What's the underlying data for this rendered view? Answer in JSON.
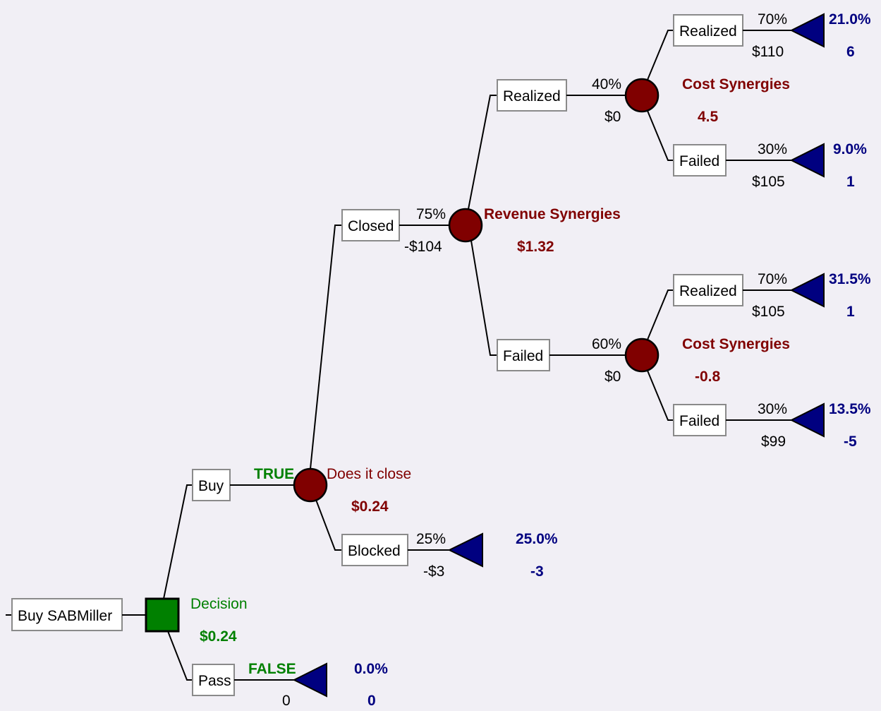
{
  "colors": {
    "decision": "#008000",
    "chance": "#800000",
    "terminal": "#000080",
    "background": "#f1eff5"
  },
  "root": {
    "label": "Buy SABMiller",
    "node_type": "Decision",
    "value": "$0.24"
  },
  "buy": {
    "label": "Buy",
    "flag": "TRUE",
    "node_name": "Does it close",
    "value": "$0.24"
  },
  "pass": {
    "label": "Pass",
    "flag": "FALSE",
    "payoff": "0",
    "prob": "0.0%",
    "result": "0"
  },
  "closed": {
    "label": "Closed",
    "prob": "75%",
    "payoff": "-$104",
    "node_name": "Revenue Synergies",
    "value": "$1.32"
  },
  "blocked": {
    "label": "Blocked",
    "prob": "25%",
    "payoff": "-$3",
    "result_prob": "25.0%",
    "result": "-3"
  },
  "rev_realized": {
    "label": "Realized",
    "prob": "40%",
    "payoff": "$0",
    "node_name": "Cost Synergies",
    "value": "4.5"
  },
  "rev_failed": {
    "label": "Failed",
    "prob": "60%",
    "payoff": "$0",
    "node_name": "Cost Synergies",
    "value": "-0.8"
  },
  "leaves": [
    {
      "label": "Realized",
      "prob": "70%",
      "payoff": "$110",
      "result_prob": "21.0%",
      "result": "6"
    },
    {
      "label": "Failed",
      "prob": "30%",
      "payoff": "$105",
      "result_prob": "9.0%",
      "result": "1"
    },
    {
      "label": "Realized",
      "prob": "70%",
      "payoff": "$105",
      "result_prob": "31.5%",
      "result": "1"
    },
    {
      "label": "Failed",
      "prob": "30%",
      "payoff": "$99",
      "result_prob": "13.5%",
      "result": "-5"
    }
  ]
}
